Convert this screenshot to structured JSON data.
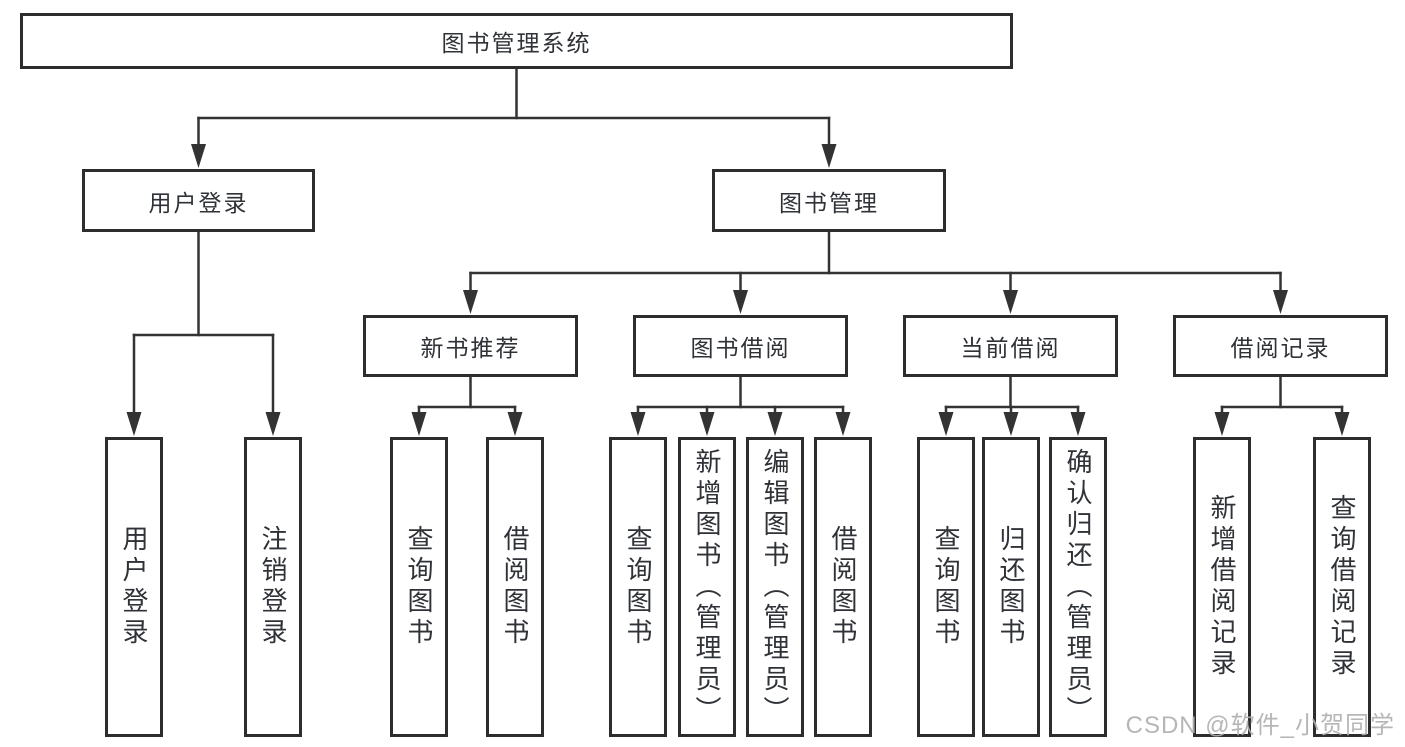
{
  "diagram": {
    "title": "图书管理系统",
    "nodes": [
      {
        "id": "root",
        "label": "图书管理系统",
        "parent": null,
        "orientation": "horizontal"
      },
      {
        "id": "user-login",
        "label": "用户登录",
        "parent": "root",
        "orientation": "horizontal"
      },
      {
        "id": "book-mgmt",
        "label": "图书管理",
        "parent": "root",
        "orientation": "horizontal"
      },
      {
        "id": "new-book-rec",
        "label": "新书推荐",
        "parent": "book-mgmt",
        "orientation": "horizontal"
      },
      {
        "id": "book-borrow",
        "label": "图书借阅",
        "parent": "book-mgmt",
        "orientation": "horizontal"
      },
      {
        "id": "current-borrow",
        "label": "当前借阅",
        "parent": "book-mgmt",
        "orientation": "horizontal"
      },
      {
        "id": "borrow-records",
        "label": "借阅记录",
        "parent": "book-mgmt",
        "orientation": "horizontal"
      },
      {
        "id": "user-login-action",
        "label": "用户登录",
        "parent": "user-login",
        "orientation": "vertical"
      },
      {
        "id": "logout-action",
        "label": "注销登录",
        "parent": "user-login",
        "orientation": "vertical"
      },
      {
        "id": "query-books-rec",
        "label": "查询图书",
        "parent": "new-book-rec",
        "orientation": "vertical"
      },
      {
        "id": "borrow-books-rec",
        "label": "借阅图书",
        "parent": "new-book-rec",
        "orientation": "vertical"
      },
      {
        "id": "query-books-borrow",
        "label": "查询图书",
        "parent": "book-borrow",
        "orientation": "vertical"
      },
      {
        "id": "add-book-admin",
        "label": "新增图书（管理员）",
        "parent": "book-borrow",
        "orientation": "vertical"
      },
      {
        "id": "edit-book-admin",
        "label": "编辑图书（管理员）",
        "parent": "book-borrow",
        "orientation": "vertical"
      },
      {
        "id": "borrow-books-action",
        "label": "借阅图书",
        "parent": "book-borrow",
        "orientation": "vertical"
      },
      {
        "id": "query-books-current",
        "label": "查询图书",
        "parent": "current-borrow",
        "orientation": "vertical"
      },
      {
        "id": "return-book",
        "label": "归还图书",
        "parent": "current-borrow",
        "orientation": "vertical"
      },
      {
        "id": "confirm-return-admin",
        "label": "确认归还（管理员）",
        "parent": "current-borrow",
        "orientation": "vertical"
      },
      {
        "id": "add-borrow-record",
        "label": "新增借阅记录",
        "parent": "borrow-records",
        "orientation": "vertical"
      },
      {
        "id": "query-borrow-record",
        "label": "查询借阅记录",
        "parent": "borrow-records",
        "orientation": "vertical"
      }
    ]
  },
  "watermark": {
    "text": "CSDN @软件_小贺同学"
  },
  "colors": {
    "line": "#333333",
    "box_border": "#2d2d2d",
    "text": "#2f3237",
    "watermark": "#b0b0b0",
    "background": "#ffffff"
  }
}
